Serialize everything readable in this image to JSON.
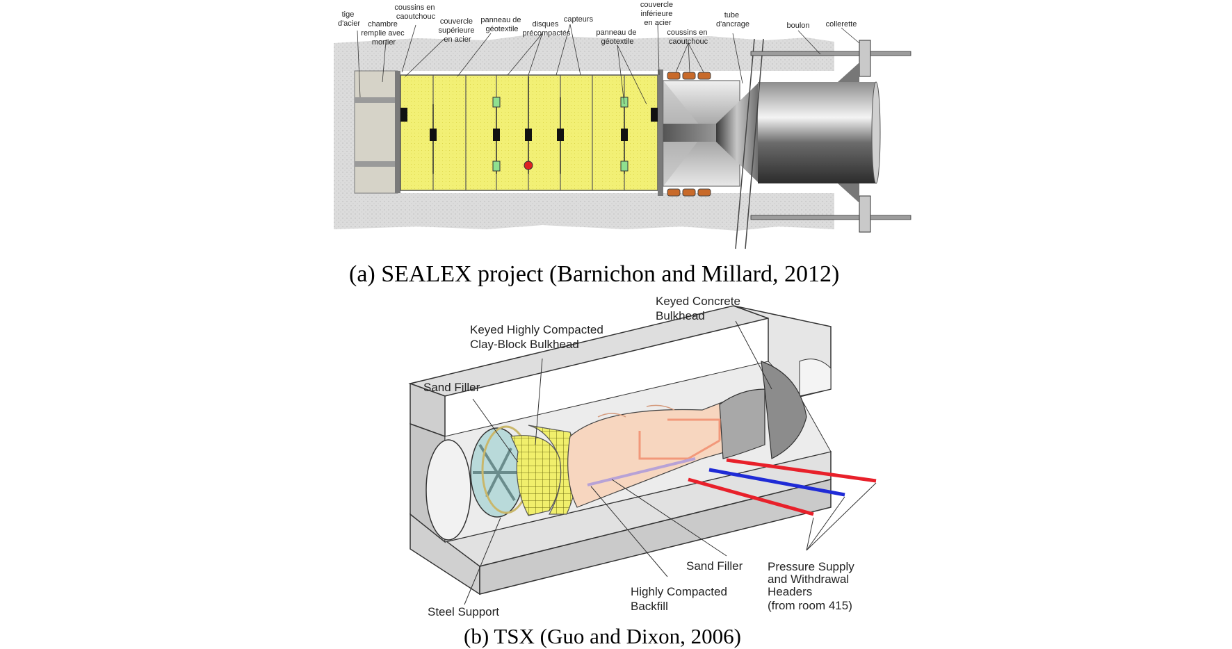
{
  "panel_a": {
    "caption": "(a) SEALEX project (Barnichon and Millard, 2012)",
    "labels": {
      "tige_acier": [
        "tige",
        "d'acier"
      ],
      "chambre": [
        "chambre",
        "remplie avec",
        "mortier"
      ],
      "coussins_caoutchouc_1": [
        "coussins en",
        "caoutchouc"
      ],
      "couvercle_superieur": [
        "couvercle",
        "supérieure",
        "en acier"
      ],
      "panneau_geotextile_1": [
        "panneau de",
        "géotextile"
      ],
      "disques": [
        "disques",
        "précompactés"
      ],
      "capteurs": [
        "capteurs"
      ],
      "panneau_geotextile_2": [
        "panneau de",
        "géotextile"
      ],
      "couvercle_inferieur": [
        "couvercle",
        "inférieure",
        "en acier"
      ],
      "coussins_caoutchouc_2": [
        "coussins en",
        "caoutchouc"
      ],
      "tube_ancrage": [
        "tube",
        "d'ancrage"
      ],
      "boulon": [
        "boulon"
      ],
      "collerette": [
        "collerette"
      ]
    }
  },
  "panel_b": {
    "caption": "(b) TSX (Guo and Dixon, 2006)",
    "labels": {
      "keyed_concrete": [
        "Keyed Concrete",
        "Bulkhead"
      ],
      "keyed_clay": [
        "Keyed Highly Compacted",
        "Clay-Block Bulkhead"
      ],
      "sand_filler_top": [
        "Sand Filler"
      ],
      "sand_filler_bottom": [
        "Sand Filler"
      ],
      "highly_compacted": [
        "Highly Compacted",
        "Backfill"
      ],
      "pressure_supply": [
        "Pressure Supply",
        "and Withdrawal",
        "Headers",
        "(from room 415)"
      ],
      "steel_support": [
        "Steel Support"
      ]
    }
  },
  "colors": {
    "rock": "#d8d8d8",
    "clay_yellow": "#f2f075",
    "backfill_peach": "#f7d6bf",
    "red_pipe": "#e8202a",
    "blue_pipe": "#1f2bd6",
    "concrete_grey": "#d4d4d4"
  }
}
